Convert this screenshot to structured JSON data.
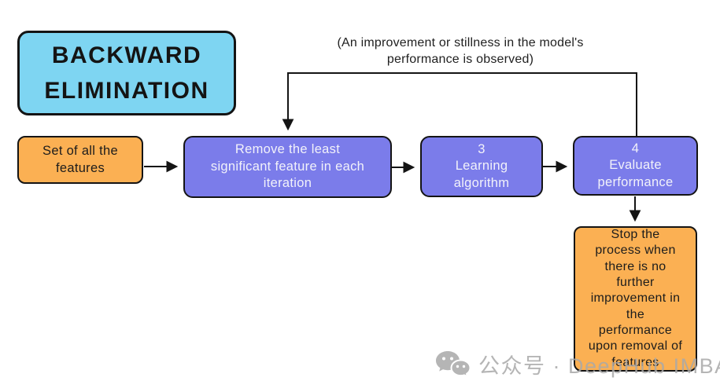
{
  "title": "BACKWARD\nELIMINATION",
  "annotation": "(An improvement or stillness in the model's\nperformance is observed)",
  "nodes": {
    "features": {
      "label": "Set of all the\nfeatures"
    },
    "remove": {
      "label": "Remove the least\nsignificant feature in each\niteration"
    },
    "learning": {
      "number": "3",
      "label": "Learning\nalgorithm"
    },
    "evaluate": {
      "number": "4",
      "label": "Evaluate\nperformance"
    },
    "stop": {
      "label": "Stop the\nprocess when\nthere is no\nfurther\nimprovement in\nthe\nperformance\nupon removal of\nfeatures"
    }
  },
  "watermark": {
    "icon": "wechat-icon",
    "text": "公众号 · DeepHub IMBA"
  },
  "colors": {
    "bg": "#ffffff",
    "blue": "#7ed5f2",
    "orange": "#fbb053",
    "purple": "#7b7cea",
    "ink": "#141414",
    "text_light": "#f2f2fa",
    "watermark": "#a9a9a9"
  }
}
